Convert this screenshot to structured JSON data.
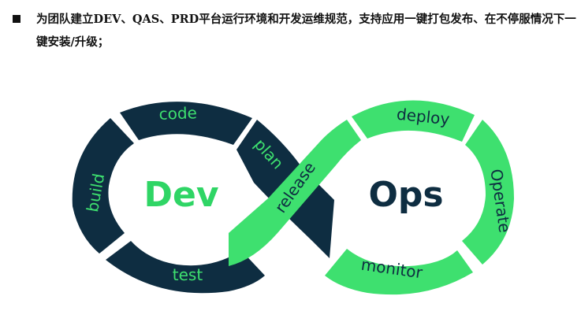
{
  "intro": {
    "text": "为团队建立DEV、QAS、PRD平台运行环境和开发运维规范，支持应用一键打包发布、在不停服情况下一键安装/升级；"
  },
  "diagram": {
    "dev_label": "Dev",
    "ops_label": "Ops",
    "stages": {
      "code": "code",
      "build": "build",
      "test": "test",
      "plan": "plan",
      "release": "release",
      "deploy": "deploy",
      "operate": "Operate",
      "monitor": "monitor"
    },
    "colors": {
      "navy": "#0e2d41",
      "green": "#3ee06f",
      "text_green": "#2fd565",
      "text_navy": "#0e2d41",
      "on_navy": "#3ee06f",
      "on_green": "#0e2d41"
    }
  }
}
